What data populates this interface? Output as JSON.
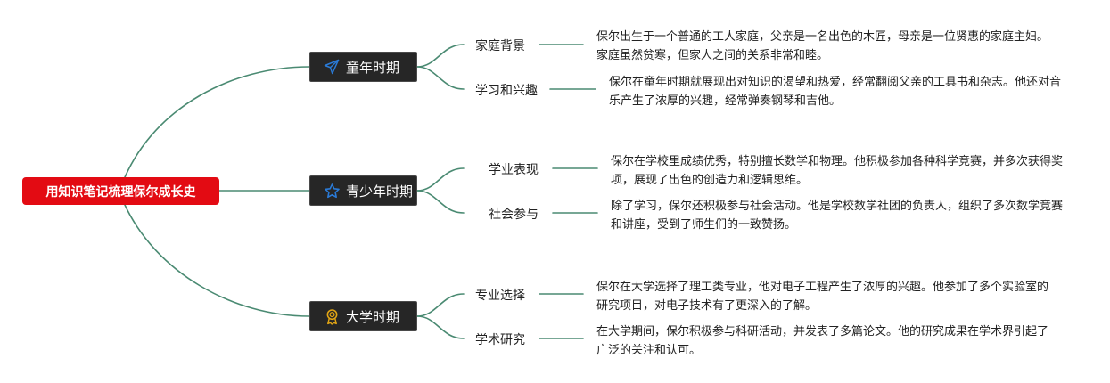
{
  "root": {
    "label": "用知识笔记梳理保尔成长史"
  },
  "colors": {
    "root_bg": "#e30b13",
    "branch_bg": "#262626",
    "connector": "#4a8a72",
    "icon_blue": "#2a7ad6",
    "icon_gold": "#e2a514"
  },
  "branches": [
    {
      "label": "童年时期",
      "icon": "paper-plane-icon",
      "children": [
        {
          "label": "家庭背景",
          "text": "保尔出生于一个普通的工人家庭，父亲是一名出色的木匠，母亲是一位贤惠的家庭主妇。家庭虽然贫寒，但家人之间的关系非常和睦。"
        },
        {
          "label": "学习和兴趣",
          "text": "保尔在童年时期就展现出对知识的渴望和热爱，经常翻阅父亲的工具书和杂志。他还对音乐产生了浓厚的兴趣，经常弹奏钢琴和吉他。"
        }
      ]
    },
    {
      "label": "青少年时期",
      "icon": "star-icon",
      "children": [
        {
          "label": "学业表现",
          "text": "保尔在学校里成绩优秀，特别擅长数学和物理。他积极参加各种科学竞赛，并多次获得奖项，展现了出色的创造力和逻辑思维。"
        },
        {
          "label": "社会参与",
          "text": "除了学习，保尔还积极参与社会活动。他是学校数学社团的负责人，组织了多次数学竞赛和讲座，受到了师生们的一致赞扬。"
        }
      ]
    },
    {
      "label": "大学时期",
      "icon": "award-medal-icon",
      "children": [
        {
          "label": "专业选择",
          "text": "保尔在大学选择了理工类专业，他对电子工程产生了浓厚的兴趣。他参加了多个实验室的研究项目，对电子技术有了更深入的了解。"
        },
        {
          "label": "学术研究",
          "text": "在大学期间，保尔积极参与科研活动，并发表了多篇论文。他的研究成果在学术界引起了广泛的关注和认可。"
        }
      ]
    }
  ]
}
